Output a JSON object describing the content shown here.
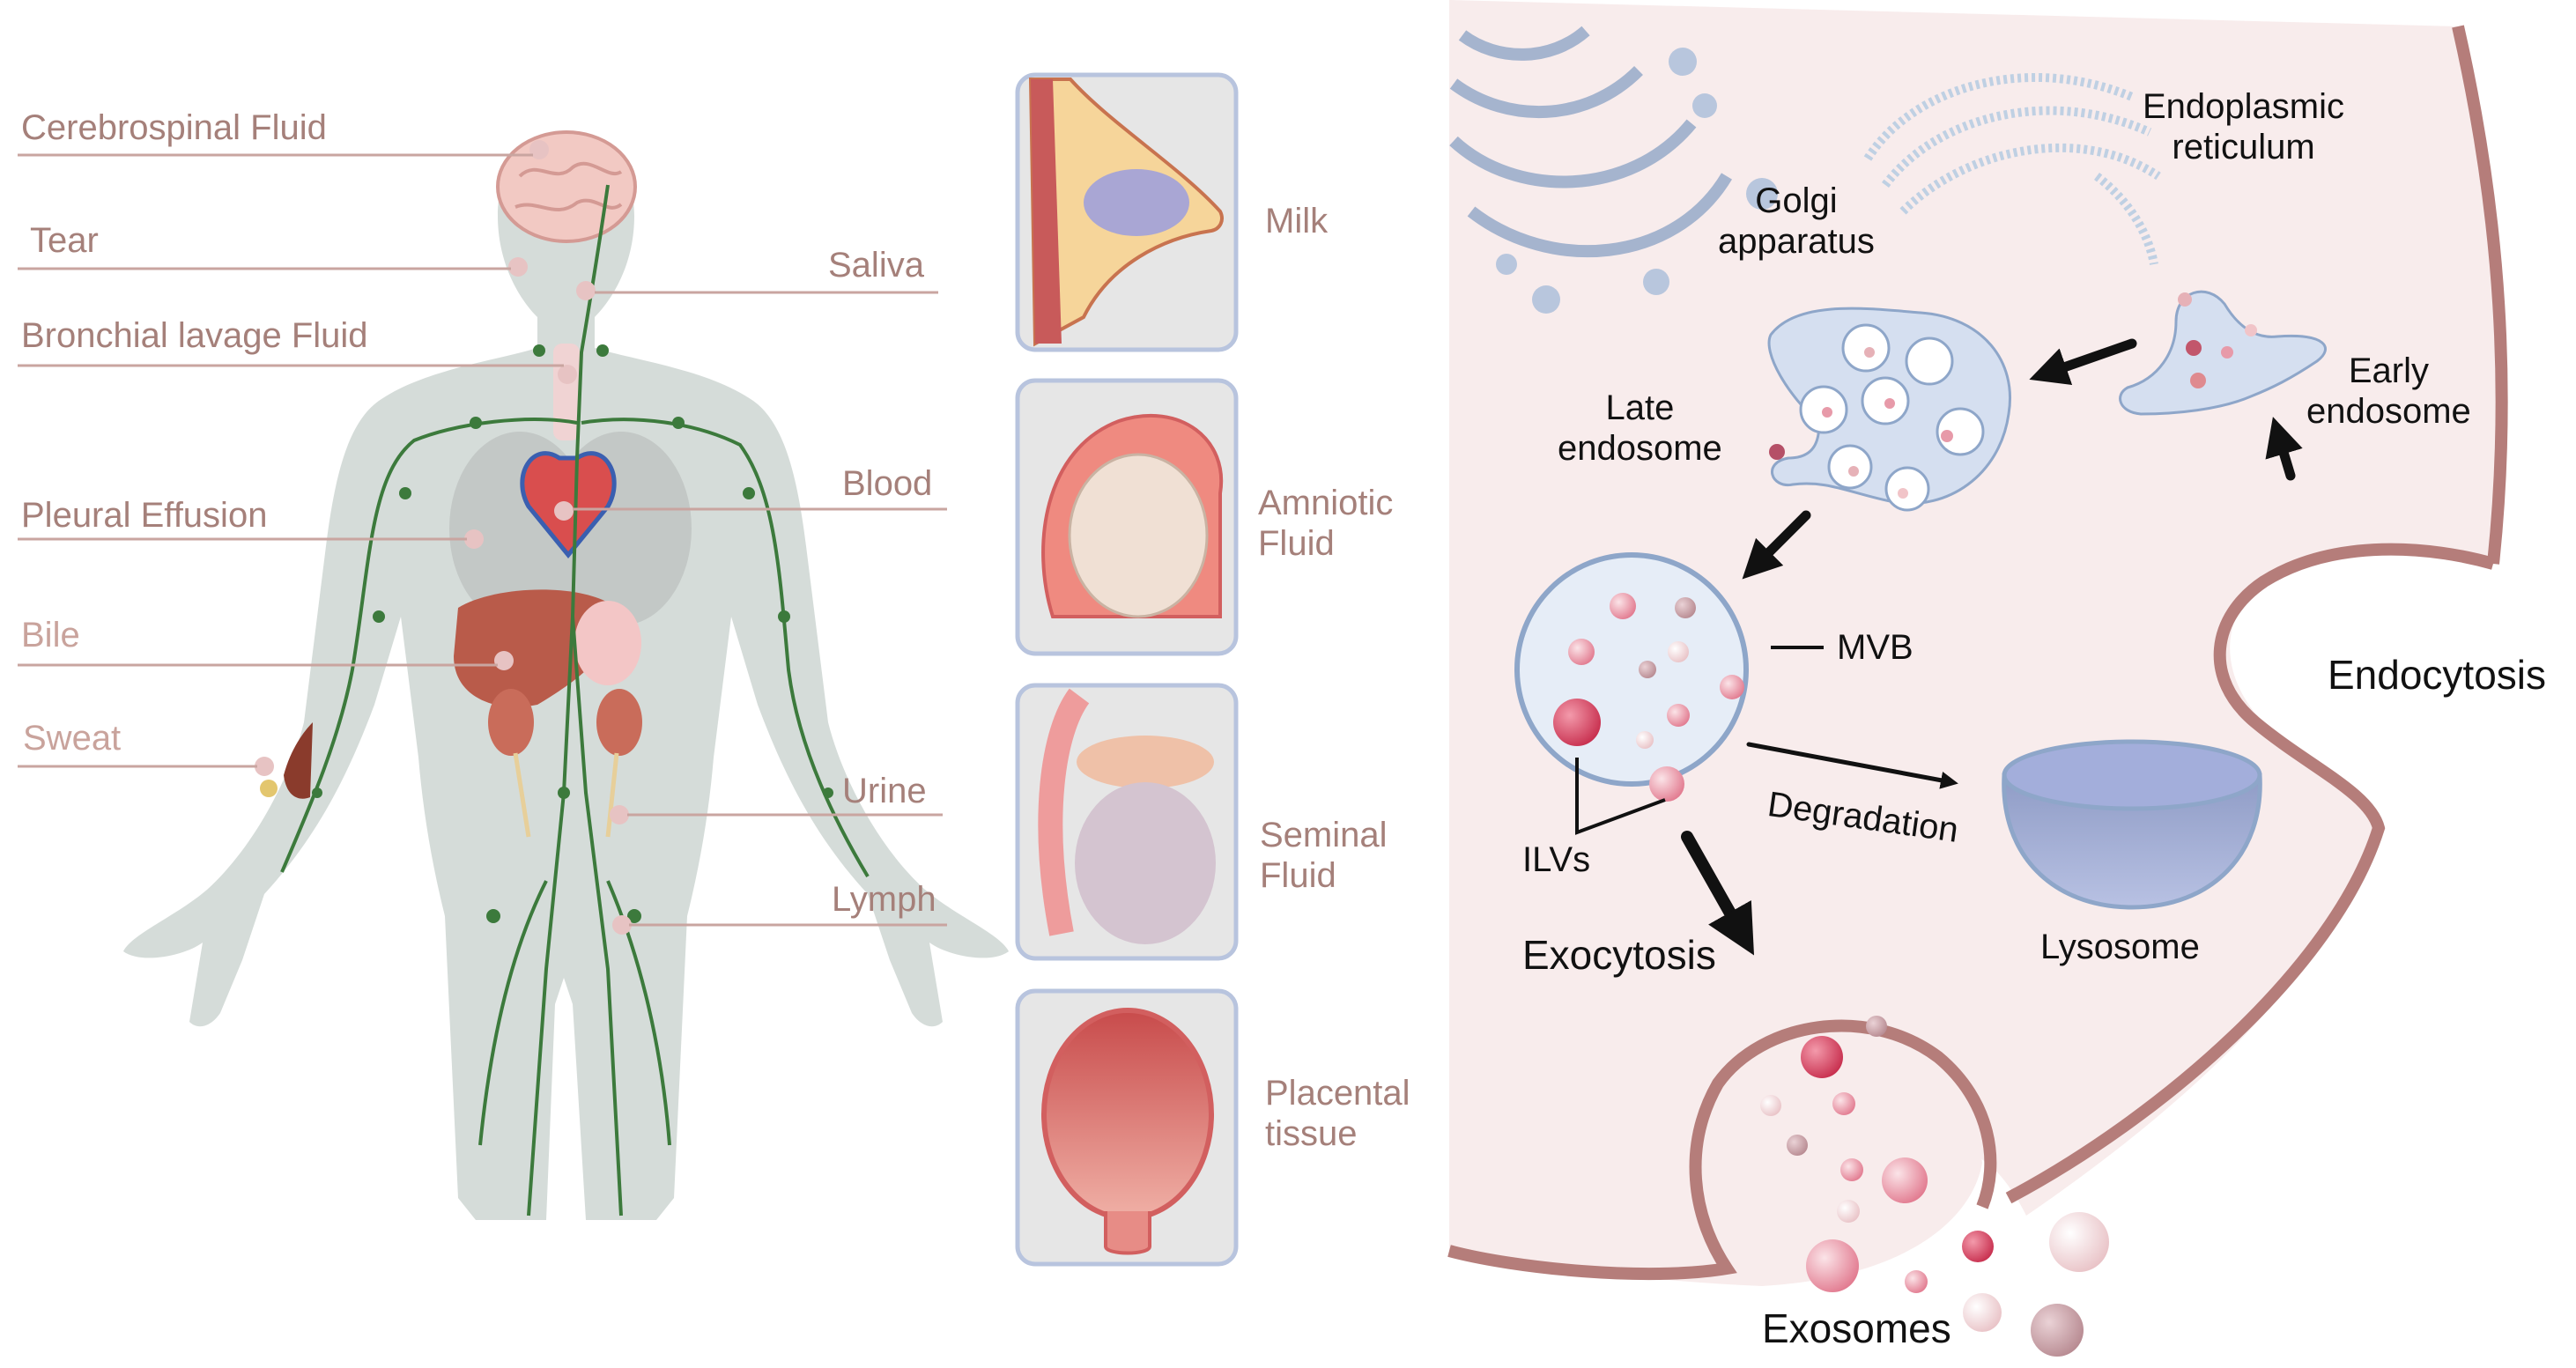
{
  "body_fluids": [
    {
      "id": "csf",
      "label": "Cerebrospinal Fluid"
    },
    {
      "id": "tear",
      "label": "Tear"
    },
    {
      "id": "bronchial",
      "label": "Bronchial lavage Fluid"
    },
    {
      "id": "pleural",
      "label": "Pleural Effusion"
    },
    {
      "id": "bile",
      "label": "Bile"
    },
    {
      "id": "sweat",
      "label": "Sweat"
    },
    {
      "id": "saliva",
      "label": "Saliva"
    },
    {
      "id": "blood",
      "label": "Blood"
    },
    {
      "id": "urine",
      "label": "Urine"
    },
    {
      "id": "lymph",
      "label": "Lymph"
    }
  ],
  "panels": [
    {
      "id": "milk",
      "label": "Milk"
    },
    {
      "id": "amniotic",
      "label": "Amniotic\nFluid"
    },
    {
      "id": "seminal",
      "label": "Seminal\nFluid"
    },
    {
      "id": "placental",
      "label": "Placental\ntissue"
    }
  ],
  "cell": {
    "golgi": "Golgi\napparatus",
    "er": "Endoplasmic\nreticulum",
    "early_endosome": "Early\nendosome",
    "late_endosome": "Late\nendosome",
    "mvb": "MVB",
    "ilvs": "ILVs",
    "degradation": "Degradation",
    "lysosome": "Lysosome",
    "exocytosis": "Exocytosis",
    "endocytosis": "Endocytosis",
    "exosomes": "Exosomes"
  },
  "colors": {
    "body_label": "#a5807a",
    "cell_bg": "#f8ecec",
    "membrane": "#b57d7a",
    "vesicle": "#e6edf7",
    "vesicle_outline": "#8ea6c9",
    "lymph_vessel": "#3c7a3c",
    "silhouette": "#d5dcd9"
  }
}
